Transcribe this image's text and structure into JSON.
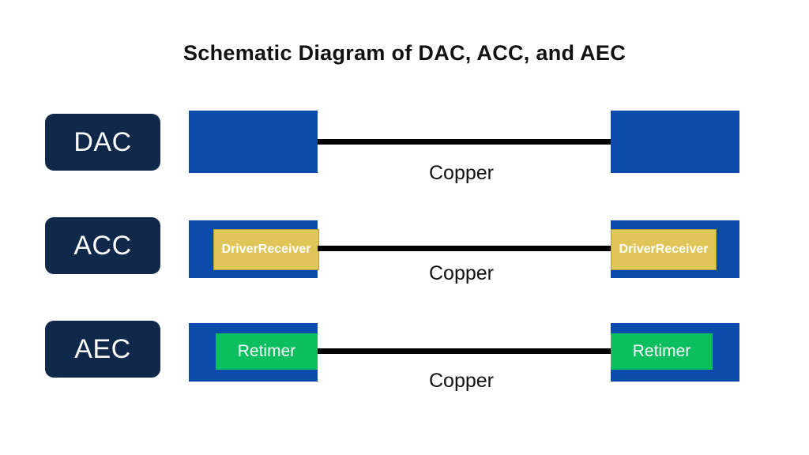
{
  "title": "Schematic Diagram of DAC, ACC, and AEC",
  "rows": [
    {
      "key": "dac",
      "label": "DAC",
      "module_type": "none",
      "module_label": "",
      "cable_label": "Copper"
    },
    {
      "key": "acc",
      "label": "ACC",
      "module_type": "gold",
      "module_label": "Driver\nReceiver",
      "module_line1": "Driver",
      "module_line2": "Receiver",
      "cable_label": "Copper"
    },
    {
      "key": "aec",
      "label": "AEC",
      "module_type": "green",
      "module_label": "Retimer",
      "cable_label": "Copper"
    }
  ],
  "colors": {
    "background": "#ffffff",
    "label_chip": "#10294a",
    "label_text": "#ffffff",
    "connector_blue": "#0a4bac",
    "module_gold": "#e0c659",
    "module_gold_border": "#b39a3c",
    "module_green": "#0bbf5f",
    "cable": "#000000",
    "text": "#111111"
  }
}
